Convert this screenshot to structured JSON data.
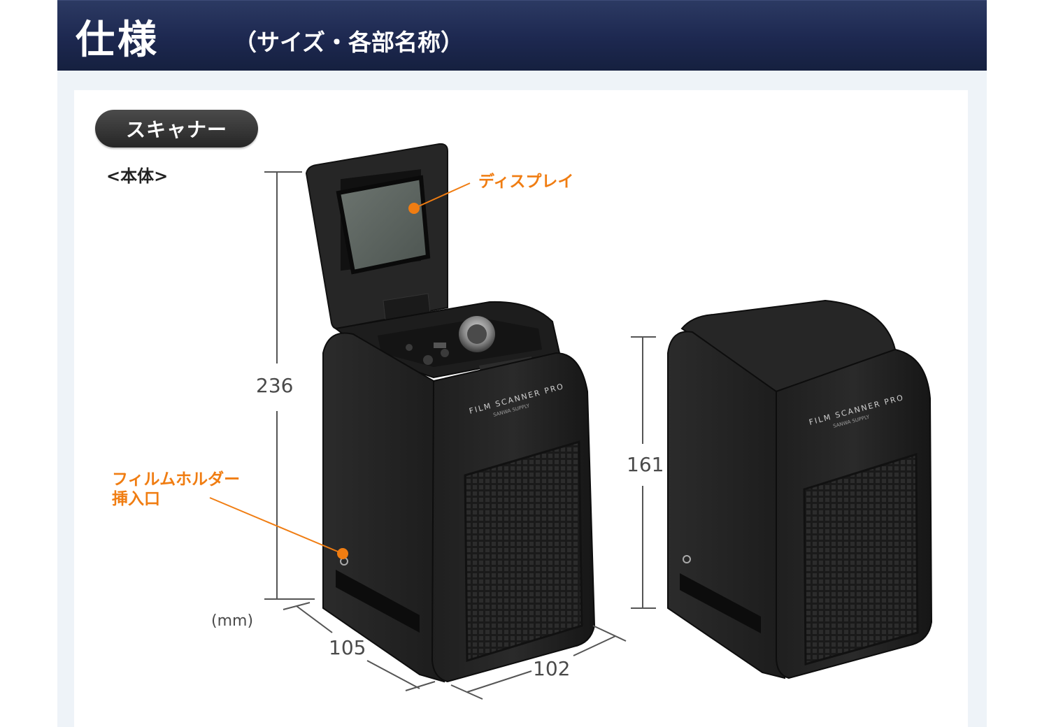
{
  "header": {
    "title": "仕様",
    "subtitle": "（サイズ・各部名称）",
    "background_color": "#1d2850"
  },
  "section": {
    "tab_label": "スキャナー",
    "sub_label": "<本体>"
  },
  "callouts": {
    "display": "ディスプレイ",
    "film_holder_line1": "フィルムホルダー",
    "film_holder_line2": "挿入口",
    "accent_color": "#f07d12"
  },
  "dimensions": {
    "height_open": "236",
    "height_closed": "161",
    "depth": "105",
    "width": "102",
    "unit": "(mm)"
  },
  "product": {
    "brand_text": "FILM SCANNER PRO",
    "maker_text": "SANWA SUPPLY",
    "body_color": "#232323"
  }
}
